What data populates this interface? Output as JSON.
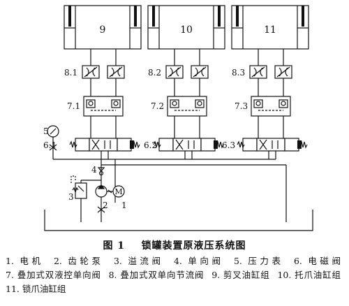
{
  "figure": {
    "caption_no": "图 1",
    "caption_text": "锁罐装置原液压系统图"
  },
  "labels": {
    "cyl_9": "9",
    "cyl_10": "10",
    "cyl_11": "11",
    "throttle_1": "8.1",
    "throttle_2": "8.2",
    "throttle_3": "8.3",
    "check_1": "7.1",
    "check_2": "7.2",
    "check_3": "7.3",
    "solenoid_1": "6.1",
    "solenoid_2": "6.2",
    "solenoid_3": "6.3",
    "gauge": "5",
    "check_main": "4",
    "relief": "3",
    "pump": "2",
    "motor": "1",
    "motor_symbol": "M"
  },
  "legend": {
    "i1": "1. 电机",
    "i2": "2. 齿轮泵",
    "i3": "3. 溢流阀",
    "i4": "4. 单向阀",
    "i5": "5. 压力表",
    "i6": "6. 电磁阀",
    "i7": "7. 叠加式双液控单向阀",
    "i8": "8. 叠加式双单向节流阀",
    "i9": "9. 剪叉油缸组",
    "i10": "10. 托爪油缸组",
    "i11": "11. 锁爪油缸组"
  }
}
